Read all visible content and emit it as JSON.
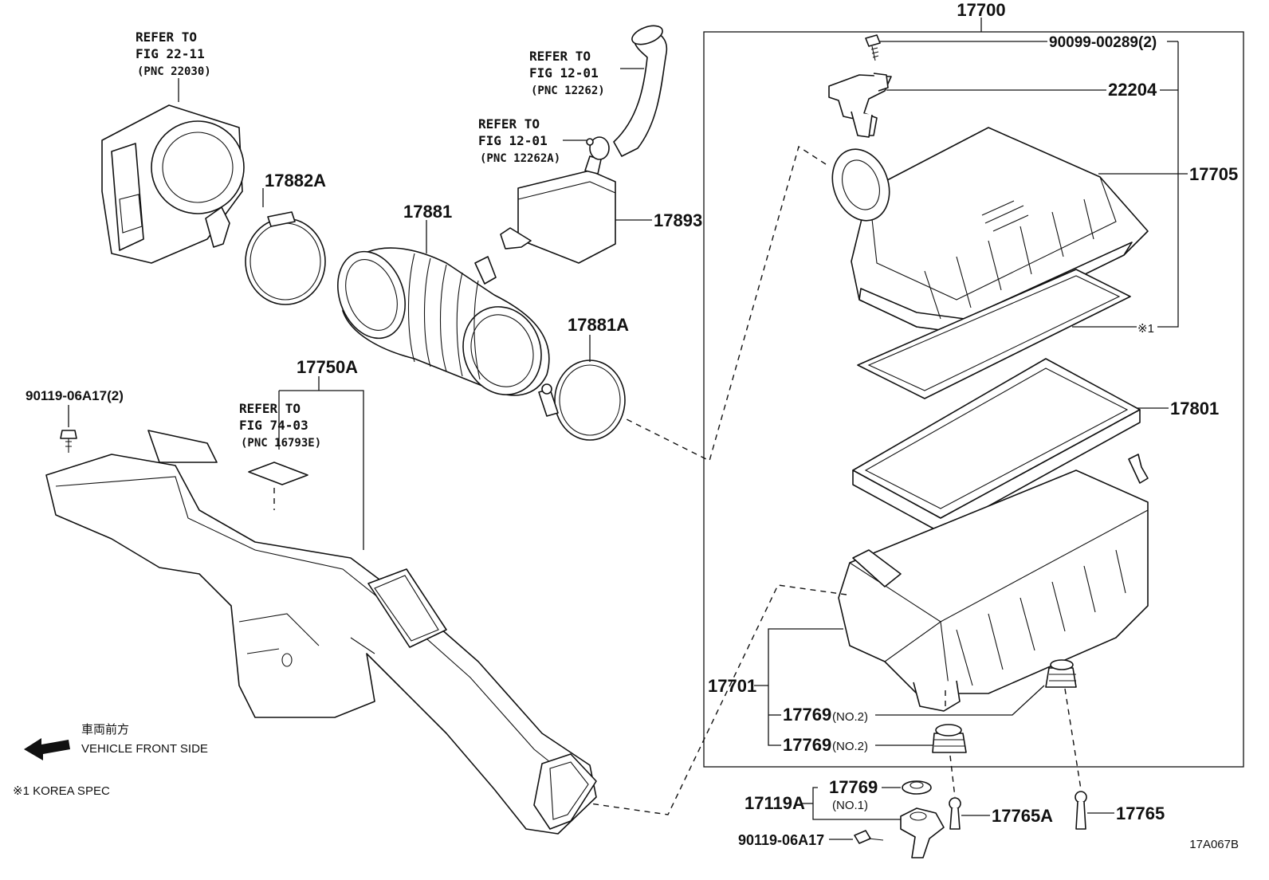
{
  "diagram": {
    "code": "17A067B",
    "note": "※1  KOREA SPEC",
    "front": {
      "jp": "車両前方",
      "en": "VEHICLE FRONT SIDE"
    }
  },
  "parts": {
    "p17700": "17700",
    "p90099": "90099-00289(2)",
    "p22204": "22204",
    "p17705": "17705",
    "star1": "※1",
    "p17801": "17801",
    "p17701": "17701",
    "p17769_no2_a": "17769",
    "no2_a": "(NO.2)",
    "p17769_no2_b": "17769",
    "no2_b": "(NO.2)",
    "p17119A": "17119A",
    "p17769_no1": "17769",
    "no1": "(NO.1)",
    "p17765A": "17765A",
    "p17765": "17765",
    "p90119_bottom": "90119-06A17",
    "p90119_left": "90119-06A17(2)",
    "p17750A": "17750A",
    "p17882A": "17882A",
    "p17881": "17881",
    "p17881A": "17881A",
    "p17893": "17893"
  },
  "refs": {
    "throttle": [
      "REFER TO",
      "FIG 22-11",
      "(PNC 22030)"
    ],
    "hose": [
      "REFER TO",
      "FIG 12-01",
      "(PNC 12262)"
    ],
    "clamp": [
      "REFER TO",
      "FIG 12-01",
      "(PNC 12262A)"
    ],
    "label": [
      "REFER TO",
      "FIG 74-03",
      "(PNC 16793E)"
    ]
  }
}
